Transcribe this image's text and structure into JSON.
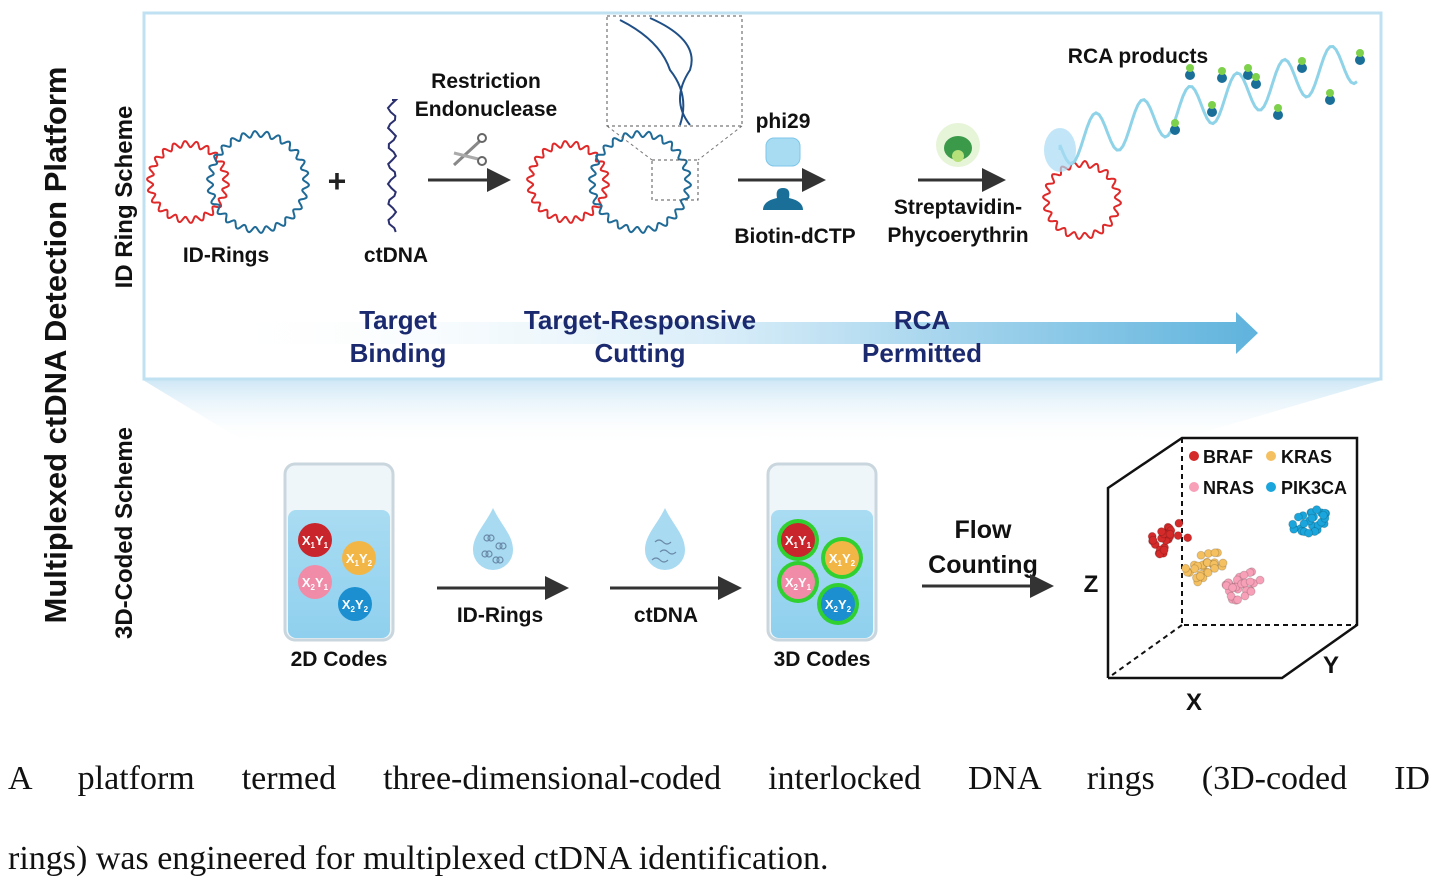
{
  "titles": {
    "platform": "Multiplexed ctDNA Detection Platform",
    "id_ring_scheme": "ID Ring Scheme",
    "coded_scheme": "3D-Coded Scheme"
  },
  "top": {
    "id_rings": "ID-Rings",
    "ctdna": "ctDNA",
    "plus": "+",
    "restriction_1": "Restriction",
    "restriction_2": "Endonuclease",
    "phi29": "phi29",
    "biotin": "Biotin-dCTP",
    "strep_1": "Streptavidin-",
    "strep_2": "Phycoerythrin",
    "rca_products": "RCA products",
    "stages": [
      {
        "line1": "Target",
        "line2": "Binding"
      },
      {
        "line1": "Target-Responsive",
        "line2": "Cutting"
      },
      {
        "line1": "RCA",
        "line2": "Permitted"
      }
    ]
  },
  "bottom": {
    "codes_2d": "2D Codes",
    "codes_3d": "3D Codes",
    "step_id_rings": "ID-Rings",
    "step_ctdna": "ctDNA",
    "flow_1": "Flow",
    "flow_2": "Counting",
    "beads": [
      {
        "x": "X",
        "xs": "1",
        "y": "Y",
        "ys": "1",
        "color": "#c8262c"
      },
      {
        "x": "X",
        "xs": "1",
        "y": "Y",
        "ys": "2",
        "color": "#f2b646"
      },
      {
        "x": "X",
        "xs": "2",
        "y": "Y",
        "ys": "1",
        "color": "#f08ca8"
      },
      {
        "x": "X",
        "xs": "2",
        "y": "Y",
        "ys": "2",
        "color": "#1b8fd0"
      }
    ],
    "plot": {
      "axis_x": "X",
      "axis_y": "Y",
      "axis_z": "Z",
      "legend": [
        {
          "name": "BRAF",
          "color": "#d42a2a"
        },
        {
          "name": "KRAS",
          "color": "#f5c060"
        },
        {
          "name": "NRAS",
          "color": "#f7a0b8"
        },
        {
          "name": "PIK3CA",
          "color": "#1aa6dc"
        }
      ]
    }
  },
  "caption": {
    "line1": "A platform termed three-dimensional-coded interlocked DNA rings (3D-coded ID",
    "line2": "rings) was engineered for multiplexed ctDNA identification."
  },
  "colors": {
    "navy": "#1b2a6e",
    "red_ring": "#e02a2a",
    "blue_ring": "#1f6a96",
    "box_border": "#bfe1f2"
  }
}
